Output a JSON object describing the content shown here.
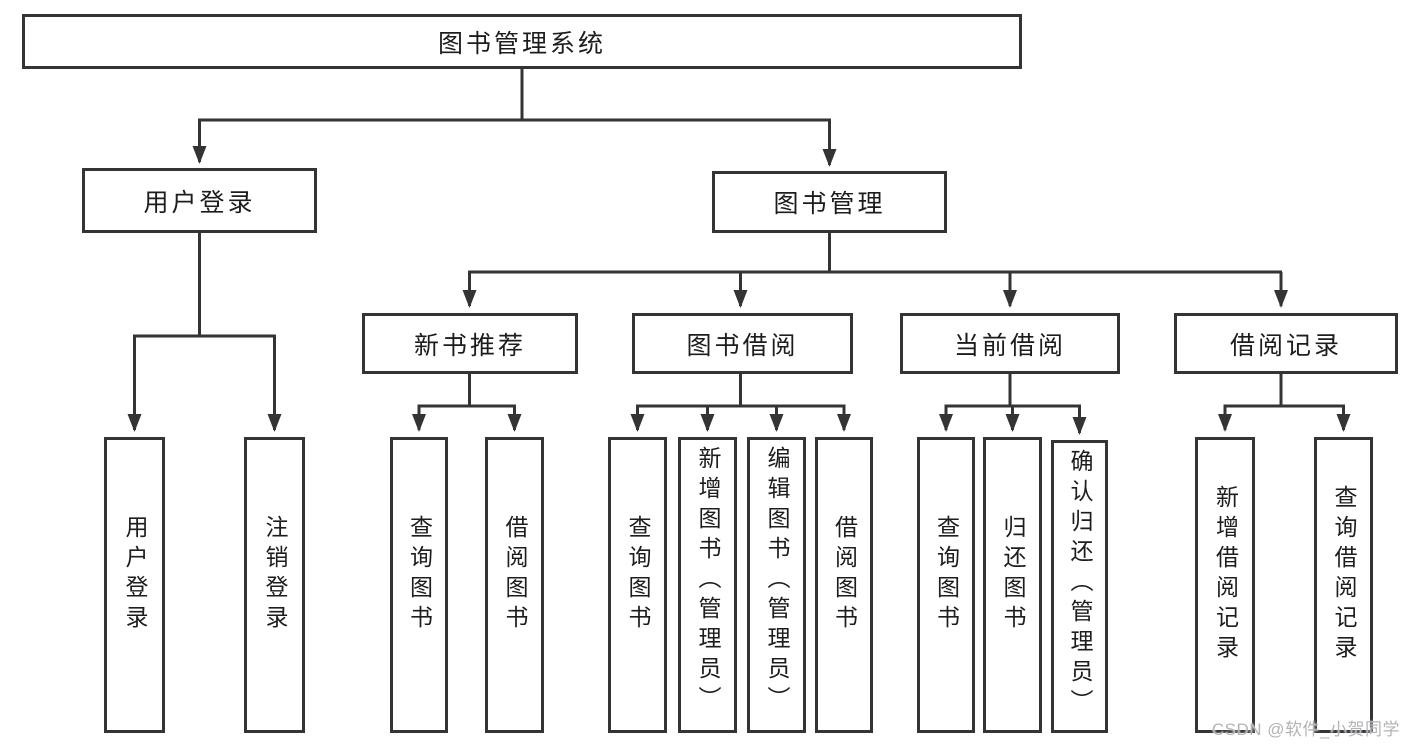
{
  "colors": {
    "line_color": "#343434",
    "text_color": "#1d1d1d",
    "watermark_color": "#b4b4b8",
    "bg_color": "#ffffff"
  },
  "tree": {
    "label": "图书管理系统",
    "children": [
      {
        "label": "用户登录",
        "children": [
          {
            "label": "用户登录"
          },
          {
            "label": "注销登录"
          }
        ]
      },
      {
        "label": "图书管理",
        "children": [
          {
            "label": "新书推荐",
            "children": [
              {
                "label": "查询图书"
              },
              {
                "label": "借阅图书"
              }
            ]
          },
          {
            "label": "图书借阅",
            "children": [
              {
                "label": "查询图书"
              },
              {
                "label": "新增图书（管理员）"
              },
              {
                "label": "编辑图书（管理员）"
              },
              {
                "label": "借阅图书"
              }
            ]
          },
          {
            "label": "当前借阅",
            "children": [
              {
                "label": "查询图书"
              },
              {
                "label": "归还图书"
              },
              {
                "label": "确认归还（管理员）"
              }
            ]
          },
          {
            "label": "借阅记录",
            "children": [
              {
                "label": "新增借阅记录"
              },
              {
                "label": "查询借阅记录"
              }
            ]
          }
        ]
      }
    ]
  },
  "watermark": {
    "text": "CSDN @软件_小贺同学"
  }
}
